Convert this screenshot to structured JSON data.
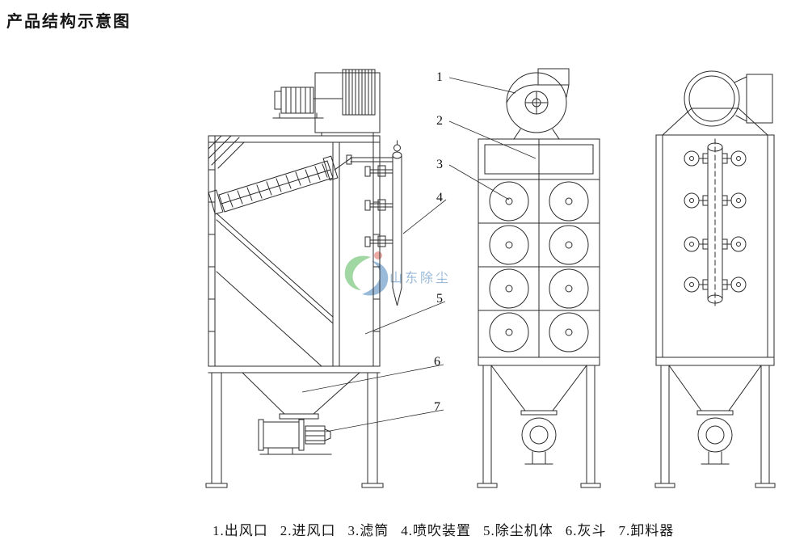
{
  "page": {
    "title": "产品结构示意图"
  },
  "callouts": [
    "1",
    "2",
    "3",
    "4",
    "5",
    "6",
    "7"
  ],
  "legend": {
    "items": [
      "1.出风口",
      "2.进风口",
      "3.滤筒",
      "4.喷吹装置",
      "5.除尘机体",
      "6.灰斗",
      "7.卸料器"
    ]
  },
  "watermark": {
    "text": "山东除尘",
    "colors": {
      "green": "#44b049",
      "blue": "#3577b5",
      "red": "#e2574c"
    }
  }
}
